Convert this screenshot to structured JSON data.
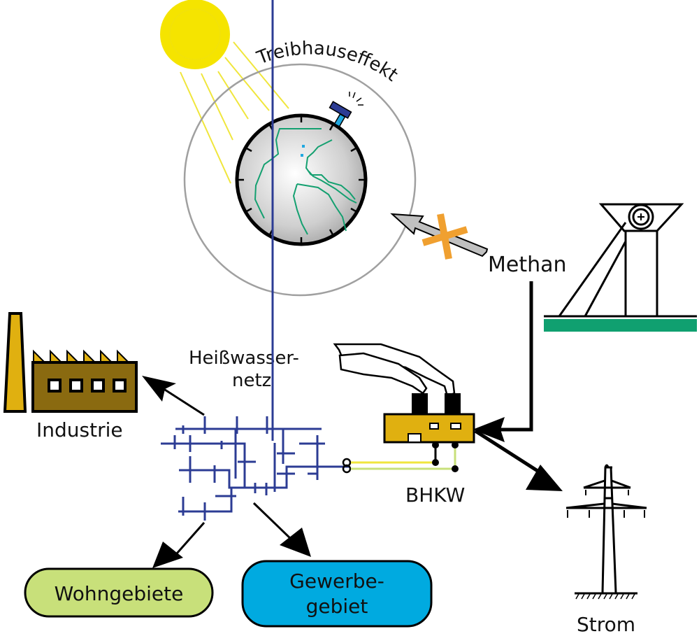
{
  "labels": {
    "greenhouse": "Treibhauseffekt",
    "methane": "Methan",
    "hot_water_line1": "Heißwasser-",
    "hot_water_line2": "netz",
    "industry": "Industrie",
    "chp": "BHKW",
    "residential": "Wohngebiete",
    "commercial_line1": "Gewerbe-",
    "commercial_line2": "gebiet",
    "power": "Strom"
  },
  "colors": {
    "sun": "#f5e400",
    "sun_rays": "#f0e63c",
    "atmosphere": "#a0a0a0",
    "continents": "#14a070",
    "blocked_x": "#f0a030",
    "mine_ground": "#10a070",
    "factory": "#8a6a10",
    "chimney": "#e0b010",
    "chp_unit": "#e0b010",
    "heat_network": "#2c3c94",
    "residential_fill": "#c8e07a",
    "commercial_fill": "#00aae0"
  },
  "nodes": [
    {
      "id": "sun",
      "label": ""
    },
    {
      "id": "earth",
      "label": "Treibhauseffekt"
    },
    {
      "id": "mine",
      "label": ""
    },
    {
      "id": "bhkw",
      "label": "BHKW"
    },
    {
      "id": "industry",
      "label": "Industrie"
    },
    {
      "id": "heat-network",
      "label": "Heißwassernetz"
    },
    {
      "id": "residential",
      "label": "Wohngebiete"
    },
    {
      "id": "commercial",
      "label": "Gewerbegebiet"
    },
    {
      "id": "pylon",
      "label": "Strom"
    }
  ],
  "edges": [
    {
      "from": "mine",
      "to": "earth",
      "label": "Methan",
      "blocked": true
    },
    {
      "from": "mine",
      "to": "bhkw",
      "label": "Methan"
    },
    {
      "from": "bhkw",
      "to": "pylon",
      "label": "Strom"
    },
    {
      "from": "bhkw",
      "to": "heat-network"
    },
    {
      "from": "heat-network",
      "to": "industry"
    },
    {
      "from": "heat-network",
      "to": "residential"
    },
    {
      "from": "heat-network",
      "to": "commercial"
    }
  ]
}
